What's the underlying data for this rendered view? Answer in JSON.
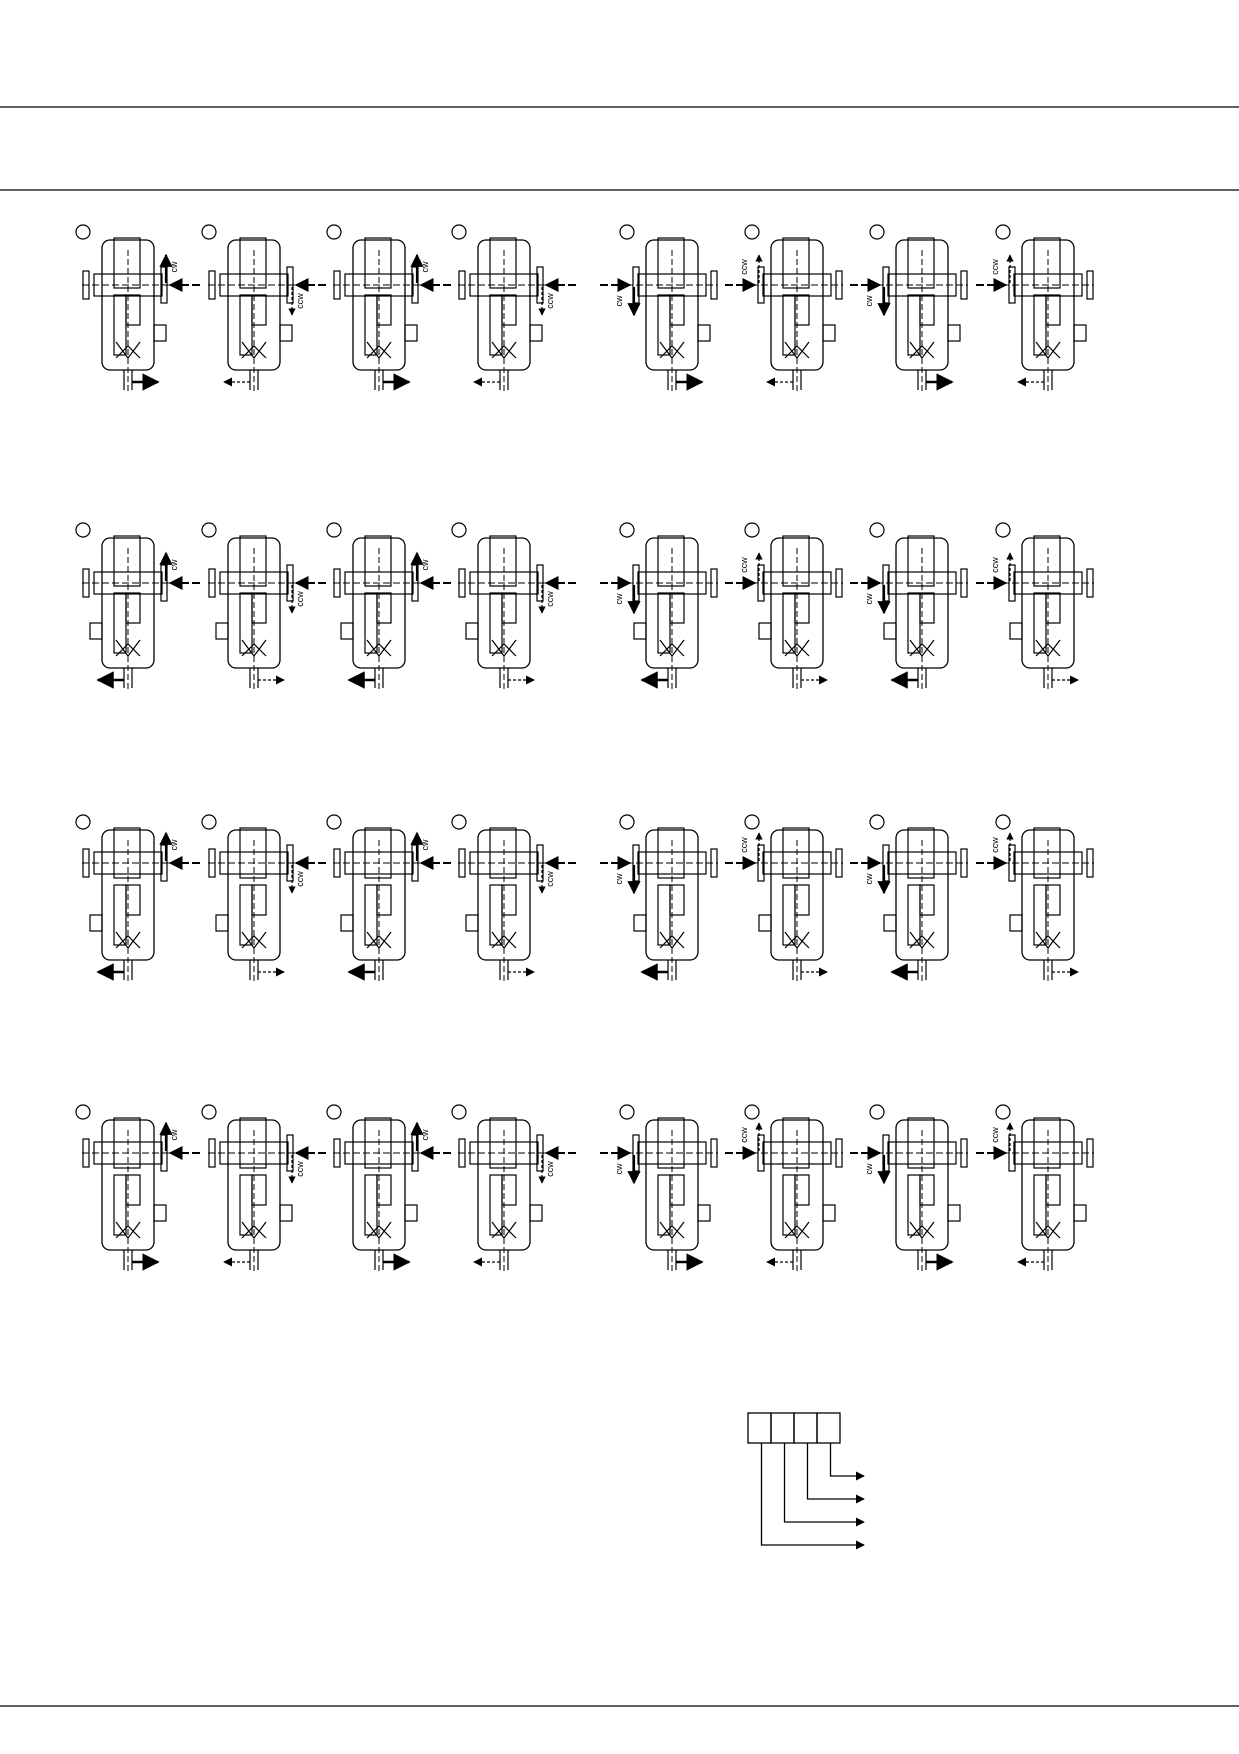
{
  "labels": {
    "cw": "cw",
    "ccw": "ccw"
  },
  "colors": {
    "ink": "#000000",
    "paper": "#ffffff"
  },
  "rows": [
    {
      "variant": "top-bar",
      "bottom_shaft": "down",
      "side_box": "right"
    },
    {
      "variant": "top-bar",
      "bottom_shaft": "down",
      "side_box": "left"
    },
    {
      "variant": "mid-bar",
      "bottom_shaft": "down",
      "side_box": "left"
    },
    {
      "variant": "mid-bar",
      "bottom_shaft": "down",
      "side_box": "right"
    }
  ],
  "columns": [
    {
      "input": "left",
      "rotation": "cw"
    },
    {
      "input": "left",
      "rotation": "ccw"
    },
    {
      "input": "left",
      "rotation": "cw"
    },
    {
      "input": "left",
      "rotation": "ccw"
    },
    {
      "input": "right",
      "rotation": "cw"
    },
    {
      "input": "right",
      "rotation": "ccw"
    },
    {
      "input": "right",
      "rotation": "cw"
    },
    {
      "input": "right",
      "rotation": "ccw"
    }
  ],
  "code_box": {
    "cells": 4,
    "arrows": 4
  }
}
